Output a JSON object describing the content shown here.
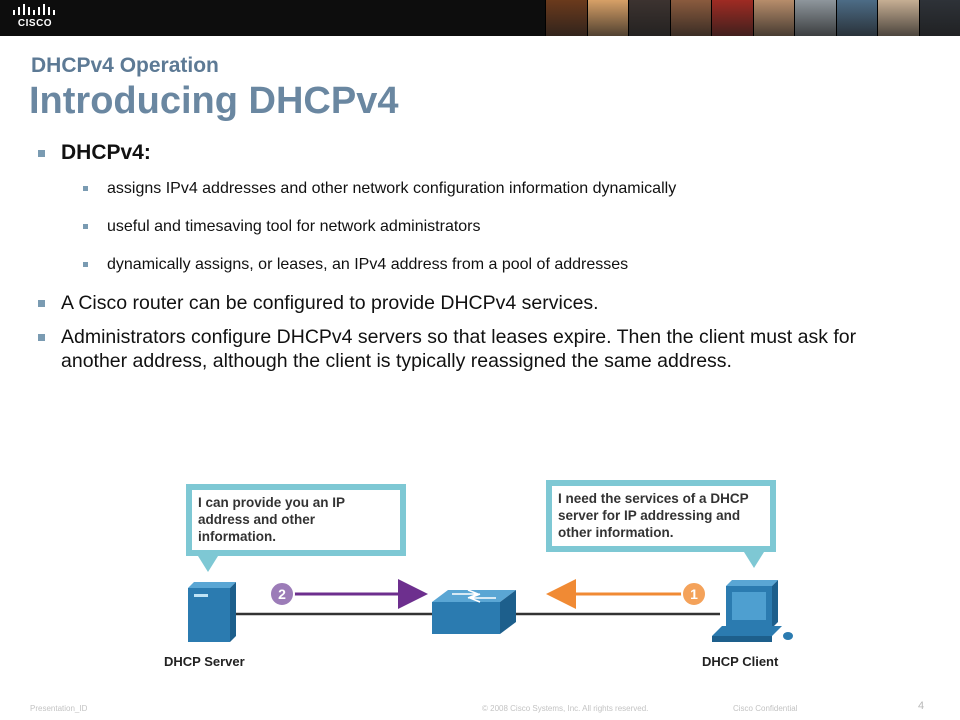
{
  "header": {
    "logo_text": "CISCO",
    "photo_colors": [
      "#6b3a1c",
      "#d7a067",
      "#3c3330",
      "#8a5b3e",
      "#9f2b23",
      "#b78d6b",
      "#8e969c",
      "#4d6c86",
      "#c6ae93",
      "#2e3238"
    ]
  },
  "titles": {
    "section": "DHCPv4 Operation",
    "main": "Introducing DHCPv4"
  },
  "bullets": {
    "b1": "DHCPv4:",
    "b1_sub": [
      "assigns IPv4 addresses and other network configuration information dynamically",
      "useful and timesaving tool for network administrators",
      "dynamically assigns, or leases, an IPv4 address from a pool of addresses"
    ],
    "b2": "A Cisco router can be configured to provide DHCPv4 services.",
    "b3": "Administrators configure DHCPv4 servers so that leases expire. Then the client must ask for another address, although the client is typically reassigned the same address."
  },
  "diagram": {
    "server_callout": "I can provide you an IP address and other information.",
    "client_callout": "I need the services of a DHCP server for IP addressing and other information.",
    "server_label": "DHCP Server",
    "client_label": "DHCP Client",
    "step_server": "2",
    "step_client": "1",
    "colors": {
      "server_arrow": "#6d2f8e",
      "client_arrow": "#f08a34",
      "device_blue": "#2b7bb0",
      "callout_border": "#7ec8d4"
    }
  },
  "footer": {
    "presentation_id": "Presentation_ID",
    "copyright": "© 2008 Cisco Systems, Inc. All rights reserved.",
    "confidential": "Cisco Confidential",
    "page_number": "4"
  }
}
